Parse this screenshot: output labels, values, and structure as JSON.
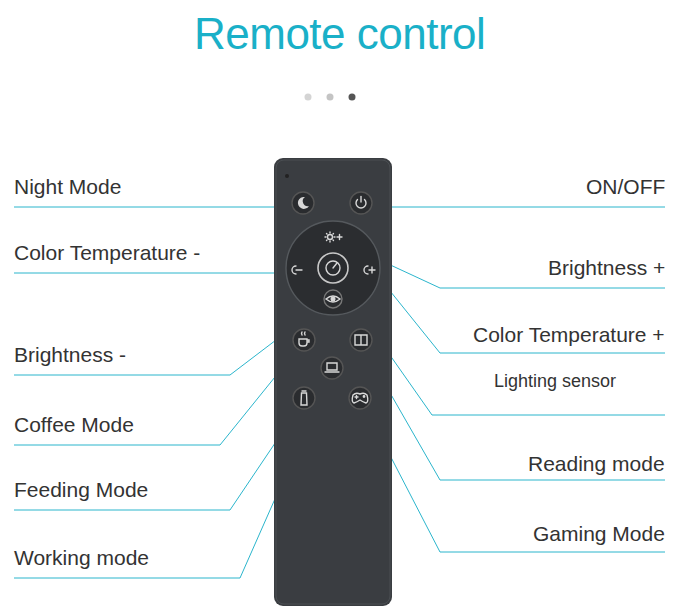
{
  "diagram": {
    "title": "Remote control",
    "labels": [
      "Night Mode",
      "ON/OFF",
      "Color Temperature -",
      "Brightness +",
      "Color Temperature +",
      "Lighting sensor",
      "Brightness -",
      "Coffee Mode",
      "Reading mode",
      "Feeding Mode",
      "Gaming Mode",
      "Working mode"
    ]
  }
}
